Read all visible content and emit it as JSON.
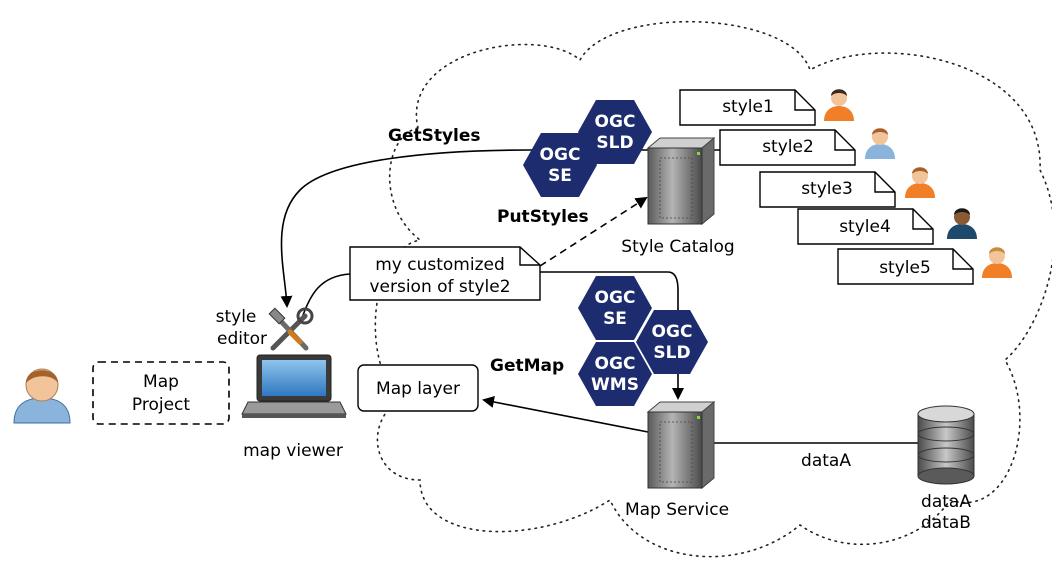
{
  "labels": {
    "get_styles": "GetStyles",
    "put_styles": "PutStyles",
    "get_map": "GetMap",
    "style_catalog": "Style Catalog",
    "map_service": "Map Service",
    "map_viewer": "map viewer",
    "style_editor_1": "style",
    "style_editor_2": "editor",
    "map_project_1": "Map",
    "map_project_2": "Project",
    "map_layer": "Map layer",
    "custom_style_1": "my customized",
    "custom_style_2": "version of style2",
    "data_a_link": "dataA",
    "data_a": "dataA",
    "data_b": "dataB"
  },
  "styles": [
    "style1",
    "style2",
    "style3",
    "style4",
    "style5"
  ],
  "badges": {
    "ogc": "OGC",
    "se": "SE",
    "sld": "SLD",
    "wms": "WMS"
  },
  "colors": {
    "badge": "#1c2c6e",
    "user_orange": "#f07f28",
    "user_blue": "#8ab4dc",
    "user_dark": "#1d4a6c"
  }
}
